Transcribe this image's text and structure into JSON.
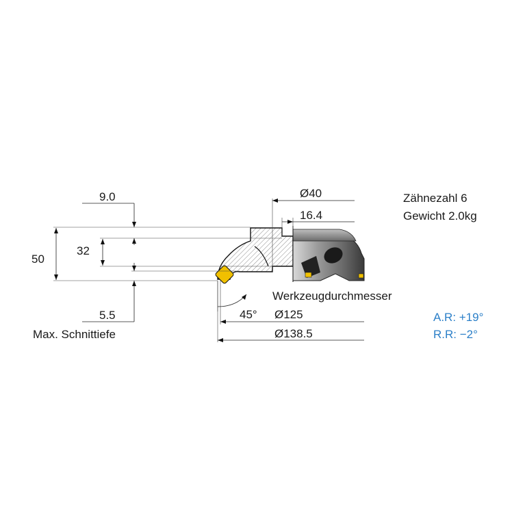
{
  "specs": {
    "teeth": "Zähnezahl 6",
    "weight": "Gewicht 2.0kg"
  },
  "rake": {
    "axial": "A.R: +19°",
    "radial": "R.R: −2°",
    "color": "#2b7fc8"
  },
  "dimensions": {
    "d_bore": "Ø40",
    "d_hub": "16.4",
    "d_tool": "Ø125",
    "d_max": "Ø138.5",
    "h_total": "50",
    "h_body": "32",
    "h_top": "9.0",
    "max_depth": "5.5",
    "angle": "45°"
  },
  "labels": {
    "tool_diameter": "Werkzeugdurchmesser",
    "max_depth": "Max. Schnittiefe"
  },
  "colors": {
    "insert": "#f0c000",
    "body": "#7a7a7a",
    "hatch": "#bdbdbd"
  }
}
